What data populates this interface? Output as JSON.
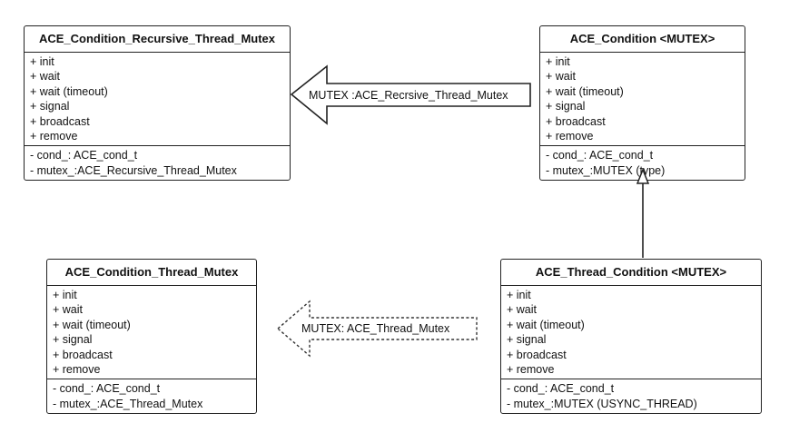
{
  "classes": {
    "crtm": {
      "name": "ACE_Condition_Recursive_Thread_Mutex",
      "operations": [
        "+ init",
        "+ wait",
        "+ wait (timeout)",
        "+ signal",
        "+ broadcast",
        "+ remove"
      ],
      "attributes": [
        "- cond_: ACE_cond_t",
        "- mutex_:ACE_Recursive_Thread_Mutex"
      ]
    },
    "cond": {
      "name": "ACE_Condition <MUTEX>",
      "operations": [
        "+ init",
        "+ wait",
        "+ wait (timeout)",
        "+ signal",
        "+ broadcast",
        "+ remove"
      ],
      "attributes": [
        "- cond_: ACE_cond_t",
        "- mutex_:MUTEX (type)"
      ]
    },
    "ctm": {
      "name": "ACE_Condition_Thread_Mutex",
      "operations": [
        "+ init",
        "+ wait",
        "+ wait (timeout)",
        "+ signal",
        "+ broadcast",
        "+ remove"
      ],
      "attributes": [
        "- cond_: ACE_cond_t",
        "- mutex_:ACE_Thread_Mutex"
      ]
    },
    "tc": {
      "name": "ACE_Thread_Condition <MUTEX>",
      "operations": [
        "+ init",
        "+ wait",
        "+ wait (timeout)",
        "+ signal",
        "+ broadcast",
        "+ remove"
      ],
      "attributes": [
        "- cond_: ACE_cond_t",
        "- mutex_:MUTEX (USYNC_THREAD)"
      ]
    }
  },
  "arrows": {
    "recursive_binding": "MUTEX :ACE_Recrsive_Thread_Mutex",
    "thread_binding": "MUTEX: ACE_Thread_Mutex"
  }
}
